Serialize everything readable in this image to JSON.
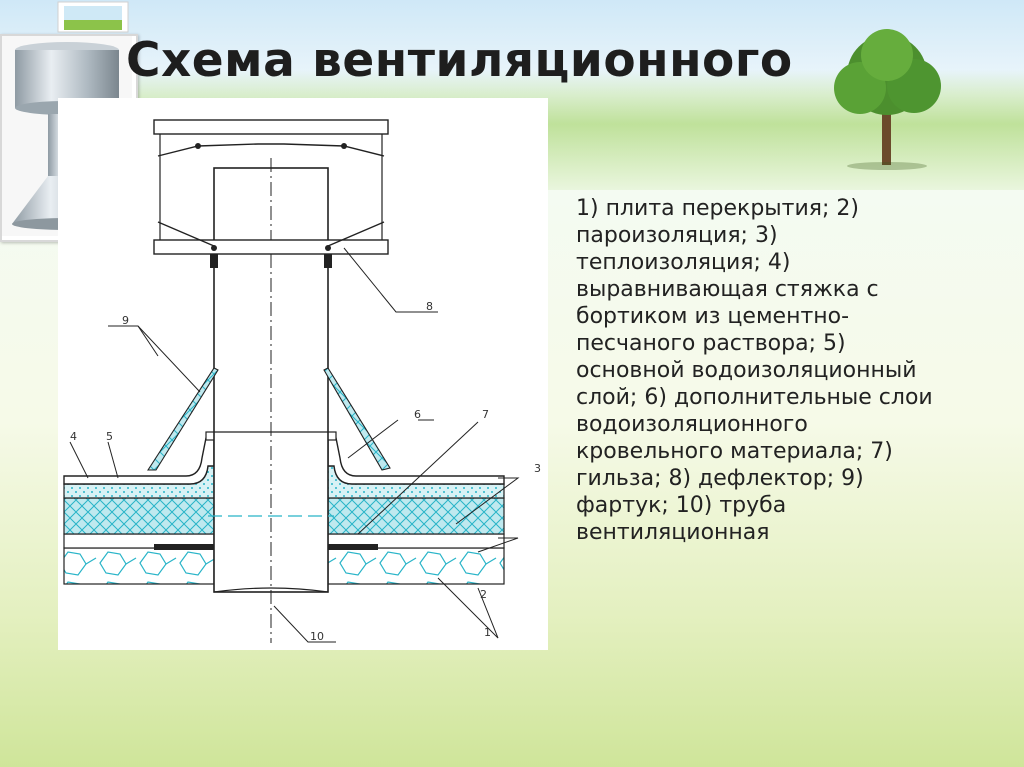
{
  "slide": {
    "title": "Схема вентиляционного трубопровода",
    "legend": "1) плита перекрытия; 2) пароизоляция; 3) теплоизоляция; 4) выравнивающая стяжка с бортиком из цементно-песчаного раствора; 5) основной водоизоляционный слой; 6) дополнительные слои водоизоляционного кровельного материала; 7) гильза; 8) дефлектор; 9) фартук; 10) труба вентиляционная"
  },
  "diagram": {
    "callouts": [
      "1",
      "2",
      "3",
      "4",
      "5",
      "6",
      "7",
      "8",
      "9",
      "10"
    ]
  },
  "colors": {
    "insulation": "#bfe9ef",
    "pattern": "#28b4c8",
    "line": "#222222"
  }
}
